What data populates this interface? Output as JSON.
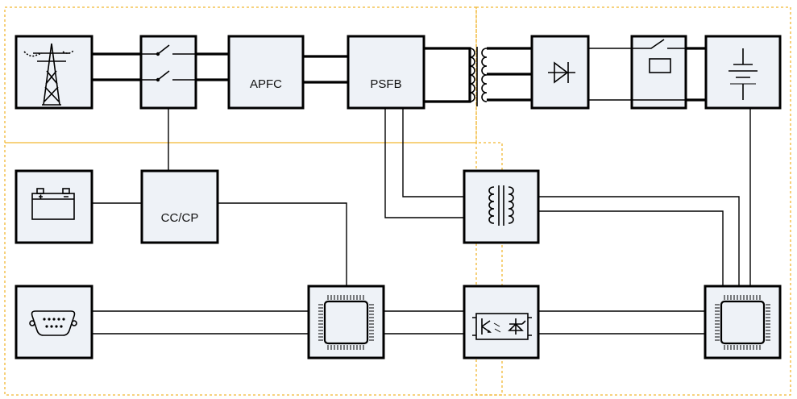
{
  "blocks": {
    "grid": {
      "label": "",
      "icon": "power-pylon-icon"
    },
    "switch": {
      "label": "",
      "icon": "switch-icon"
    },
    "apfc": {
      "label": "APFC"
    },
    "psfb": {
      "label": "PSFB"
    },
    "rectifier": {
      "label": "",
      "icon": "diode-icon"
    },
    "relay": {
      "label": "",
      "icon": "relay-icon"
    },
    "battery_out": {
      "label": "",
      "icon": "battery-symbol-icon"
    },
    "battery_in": {
      "label": "",
      "icon": "car-battery-icon"
    },
    "cccp": {
      "label": "CC/CP"
    },
    "aux_transformer": {
      "label": "",
      "icon": "transformer-icon"
    },
    "connector": {
      "label": "",
      "icon": "db9-connector-icon"
    },
    "mcu_primary": {
      "label": "",
      "icon": "microcontroller-chip-icon"
    },
    "optocoupler": {
      "label": "",
      "icon": "optocoupler-icon"
    },
    "mcu_secondary": {
      "label": "",
      "icon": "microcontroller-chip-icon"
    }
  },
  "colors": {
    "block_fill": "#eef2f7",
    "block_stroke": "#000000",
    "zone_border": "#f2b632"
  }
}
